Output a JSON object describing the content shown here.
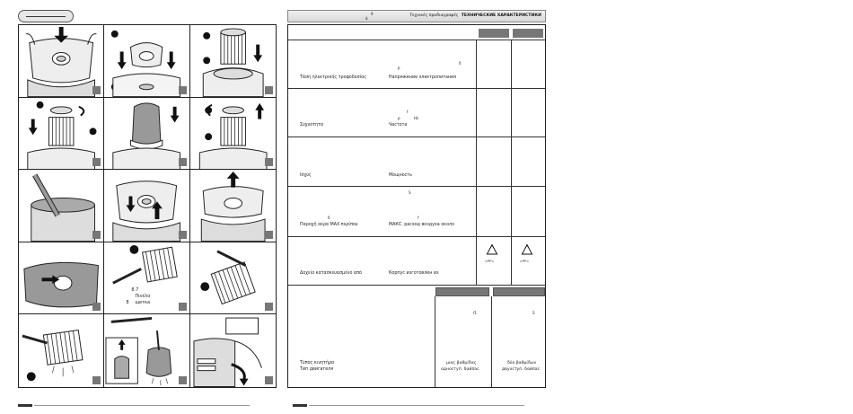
{
  "left": {
    "captions": {
      "brush_num": "8.7",
      "brush_greek": "Πινέλο",
      "brush_russian": "щетка",
      "brush_letter": "8"
    }
  },
  "right": {
    "header": {
      "sup_a": "9",
      "sup_b": "ά",
      "title_greek": "Τεχνικές προδιαγραφές",
      "title_russian": "ТЕХНИЧЕСКИЕ ХАРАКТЕРИСТИКИ"
    },
    "rows": [
      {
        "marks": [
          "δ",
          "Ρ"
        ],
        "greek": "Τάση ηλεκτρικής τροφοδοσίας",
        "russian": "Напряжение электропитания"
      },
      {
        "marks": [
          "f",
          "ρ",
          "Hz"
        ],
        "greek": "Συχνότητα",
        "russian": "Частота"
      },
      {
        "marks": [],
        "greek": "Ισχύς",
        "russian": "Мощность"
      },
      {
        "marks": [
          "δ",
          "S",
          "f"
        ],
        "greek": "Παροχή αέρα MAX περίπου",
        "russian": "МАКС. расход воздуха около"
      },
      {
        "marks": [],
        "greek": "Δοχείο κατασκευασμένο από",
        "russian": "Корпус изготовлен из"
      }
    ],
    "recycle_label": ">PP<",
    "motor": {
      "greek": "Τύπος κινητήρα",
      "russian": "Тип двигателя",
      "col1_mark": "f1",
      "col1_line1": "μιας βαθμίδας",
      "col1_line2": "одноступ. бαйπас",
      "col2_mark": "S",
      "col2_line1": "δύο βαθμίδων",
      "col2_line2": "двухступ. бαйπас"
    }
  }
}
